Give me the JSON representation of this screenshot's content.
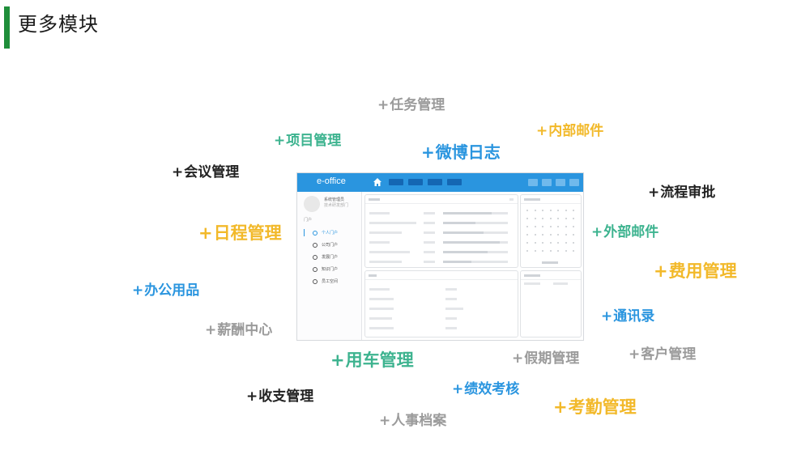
{
  "header": {
    "title": "更多模块"
  },
  "colors": {
    "accent_bar": "#1f8e3a",
    "gray": "#9b9b9b",
    "teal": "#3db38f",
    "blue": "#2a95df",
    "yellow": "#f2b92a",
    "black": "#222222"
  },
  "modules": [
    {
      "label": "任务管理",
      "color": "gray"
    },
    {
      "label": "项目管理",
      "color": "teal"
    },
    {
      "label": "微博日志",
      "color": "blue"
    },
    {
      "label": "内部邮件",
      "color": "yellow"
    },
    {
      "label": "会议管理",
      "color": "black"
    },
    {
      "label": "流程审批",
      "color": "black"
    },
    {
      "label": "日程管理",
      "color": "yellow"
    },
    {
      "label": "外部邮件",
      "color": "teal"
    },
    {
      "label": "费用管理",
      "color": "yellow"
    },
    {
      "label": "办公用品",
      "color": "blue"
    },
    {
      "label": "薪酬中心",
      "color": "gray"
    },
    {
      "label": "通讯录",
      "color": "blue"
    },
    {
      "label": "用车管理",
      "color": "teal"
    },
    {
      "label": "假期管理",
      "color": "gray"
    },
    {
      "label": "客户管理",
      "color": "gray"
    },
    {
      "label": "收支管理",
      "color": "black"
    },
    {
      "label": "绩效考核",
      "color": "blue"
    },
    {
      "label": "考勤管理",
      "color": "yellow"
    },
    {
      "label": "人事档案",
      "color": "gray"
    }
  ],
  "mockup": {
    "brand": "e-office",
    "user_name": "系统管理员",
    "user_dept": "技术研发部门",
    "menu_section": "门户",
    "menu_items": [
      "个人门户",
      "公司门户",
      "发展门户",
      "知识门户",
      "员工空间"
    ],
    "active_index": 0
  }
}
